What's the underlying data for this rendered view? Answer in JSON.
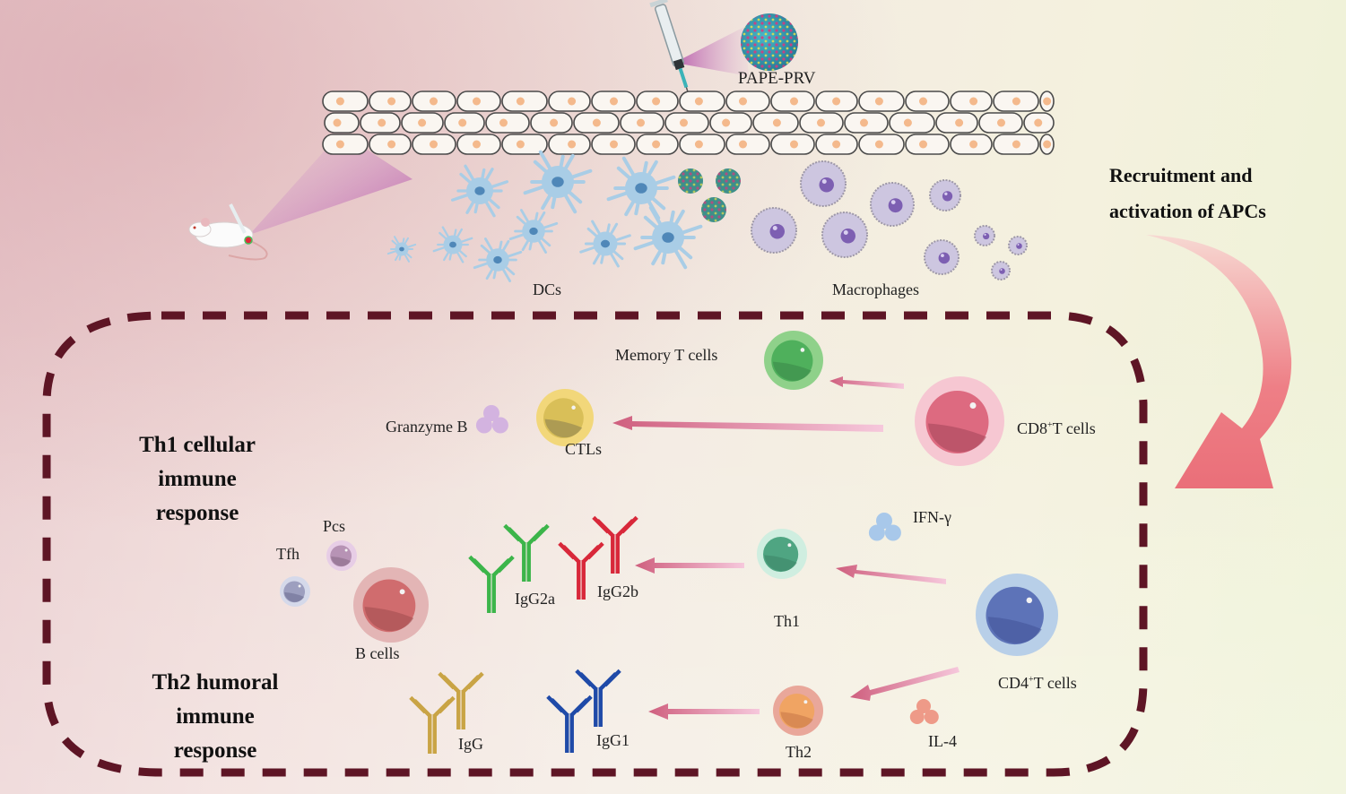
{
  "figure": {
    "vaccine_label": "PAPE-PRV",
    "recruitment_label_line1": "Recruitment and",
    "recruitment_label_line2": "activation of APCs",
    "apc_labels": {
      "dcs": "DCs",
      "macrophages": "Macrophages"
    },
    "th1_section": {
      "line1": "Th1 cellular",
      "line2": "immune",
      "line3": "response"
    },
    "th2_section": {
      "line1": "Th2 humoral",
      "line2": "immune",
      "line3": "response"
    },
    "cells": {
      "memory_t": "Memory T cells",
      "cd8_prefix": "CD8",
      "cd8_suffix": "T cells",
      "cd4_prefix": "CD4",
      "cd4_suffix": "T cells",
      "plus": "+",
      "ctls": "CTLs",
      "granzyme": "Granzyme B",
      "th1": "Th1",
      "th2": "Th2",
      "tfh": "Tfh",
      "pcs": "Pcs",
      "b_cells": "B cells"
    },
    "cytokines": {
      "ifn": "IFN-γ",
      "il4": "IL-4"
    },
    "antibodies": {
      "igg2a": "IgG2a",
      "igg2b": "IgG2b",
      "igg": "IgG",
      "igg1": "IgG1"
    },
    "colors": {
      "dashed_border": "#5e1525",
      "arrow_pink": "#d9607a",
      "dc_blue": "#a9cde6",
      "macrophage": "#cdc6e0",
      "igg2a": "#3cb54a",
      "igg2b": "#d8283a",
      "igg": "#c9a445",
      "igg1": "#1f4aa8"
    }
  }
}
